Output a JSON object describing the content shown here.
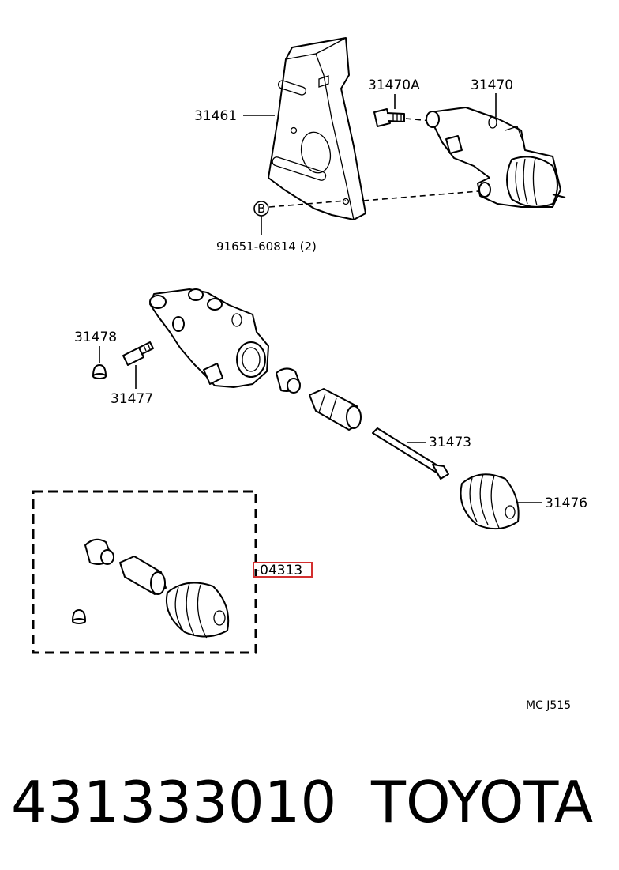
{
  "parts": {
    "p31461": "31461",
    "p31470A": "31470A",
    "p31470": "31470",
    "bolt": "91651-60814 (2)",
    "bolt_marker": "B",
    "p31478": "31478",
    "p31477": "31477",
    "p31473": "31473",
    "p31476": "31476",
    "kit": "-04313"
  },
  "diagram_code": "MC J515",
  "footer": {
    "part_number": "431333010",
    "brand": "TOYOTA"
  },
  "colors": {
    "line": "#000000",
    "highlight": "#d32f2f",
    "background": "#ffffff"
  }
}
